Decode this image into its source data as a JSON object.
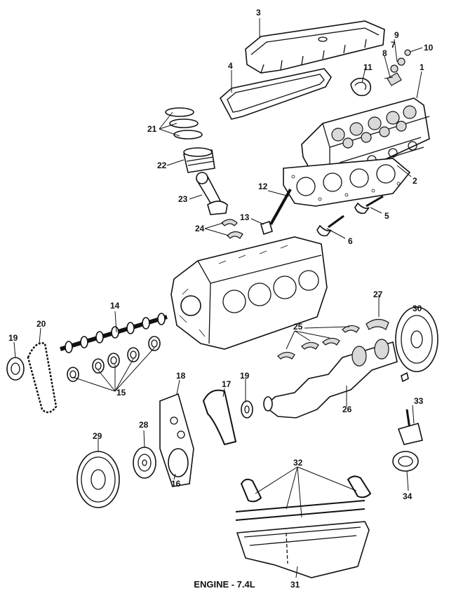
{
  "caption": "ENGINE - 7.4L",
  "callouts": [
    {
      "id": "c1",
      "label": "1"
    },
    {
      "id": "c2",
      "label": "2"
    },
    {
      "id": "c3",
      "label": "3"
    },
    {
      "id": "c4",
      "label": "4"
    },
    {
      "id": "c5",
      "label": "5"
    },
    {
      "id": "c6",
      "label": "6"
    },
    {
      "id": "c7",
      "label": "7"
    },
    {
      "id": "c8",
      "label": "8"
    },
    {
      "id": "c9",
      "label": "9"
    },
    {
      "id": "c10",
      "label": "10"
    },
    {
      "id": "c11",
      "label": "11"
    },
    {
      "id": "c12",
      "label": "12"
    },
    {
      "id": "c13",
      "label": "13"
    },
    {
      "id": "c14",
      "label": "14"
    },
    {
      "id": "c15",
      "label": "15"
    },
    {
      "id": "c16",
      "label": "16"
    },
    {
      "id": "c17",
      "label": "17"
    },
    {
      "id": "c18",
      "label": "18"
    },
    {
      "id": "c19a",
      "label": "19"
    },
    {
      "id": "c19b",
      "label": "19"
    },
    {
      "id": "c20",
      "label": "20"
    },
    {
      "id": "c21",
      "label": "21"
    },
    {
      "id": "c22",
      "label": "22"
    },
    {
      "id": "c23",
      "label": "23"
    },
    {
      "id": "c24",
      "label": "24"
    },
    {
      "id": "c25",
      "label": "25"
    },
    {
      "id": "c26",
      "label": "26"
    },
    {
      "id": "c27",
      "label": "27"
    },
    {
      "id": "c28",
      "label": "28"
    },
    {
      "id": "c29",
      "label": "29"
    },
    {
      "id": "c30",
      "label": "30"
    },
    {
      "id": "c31",
      "label": "31"
    },
    {
      "id": "c32",
      "label": "32"
    },
    {
      "id": "c33",
      "label": "33"
    },
    {
      "id": "c34",
      "label": "34"
    }
  ]
}
